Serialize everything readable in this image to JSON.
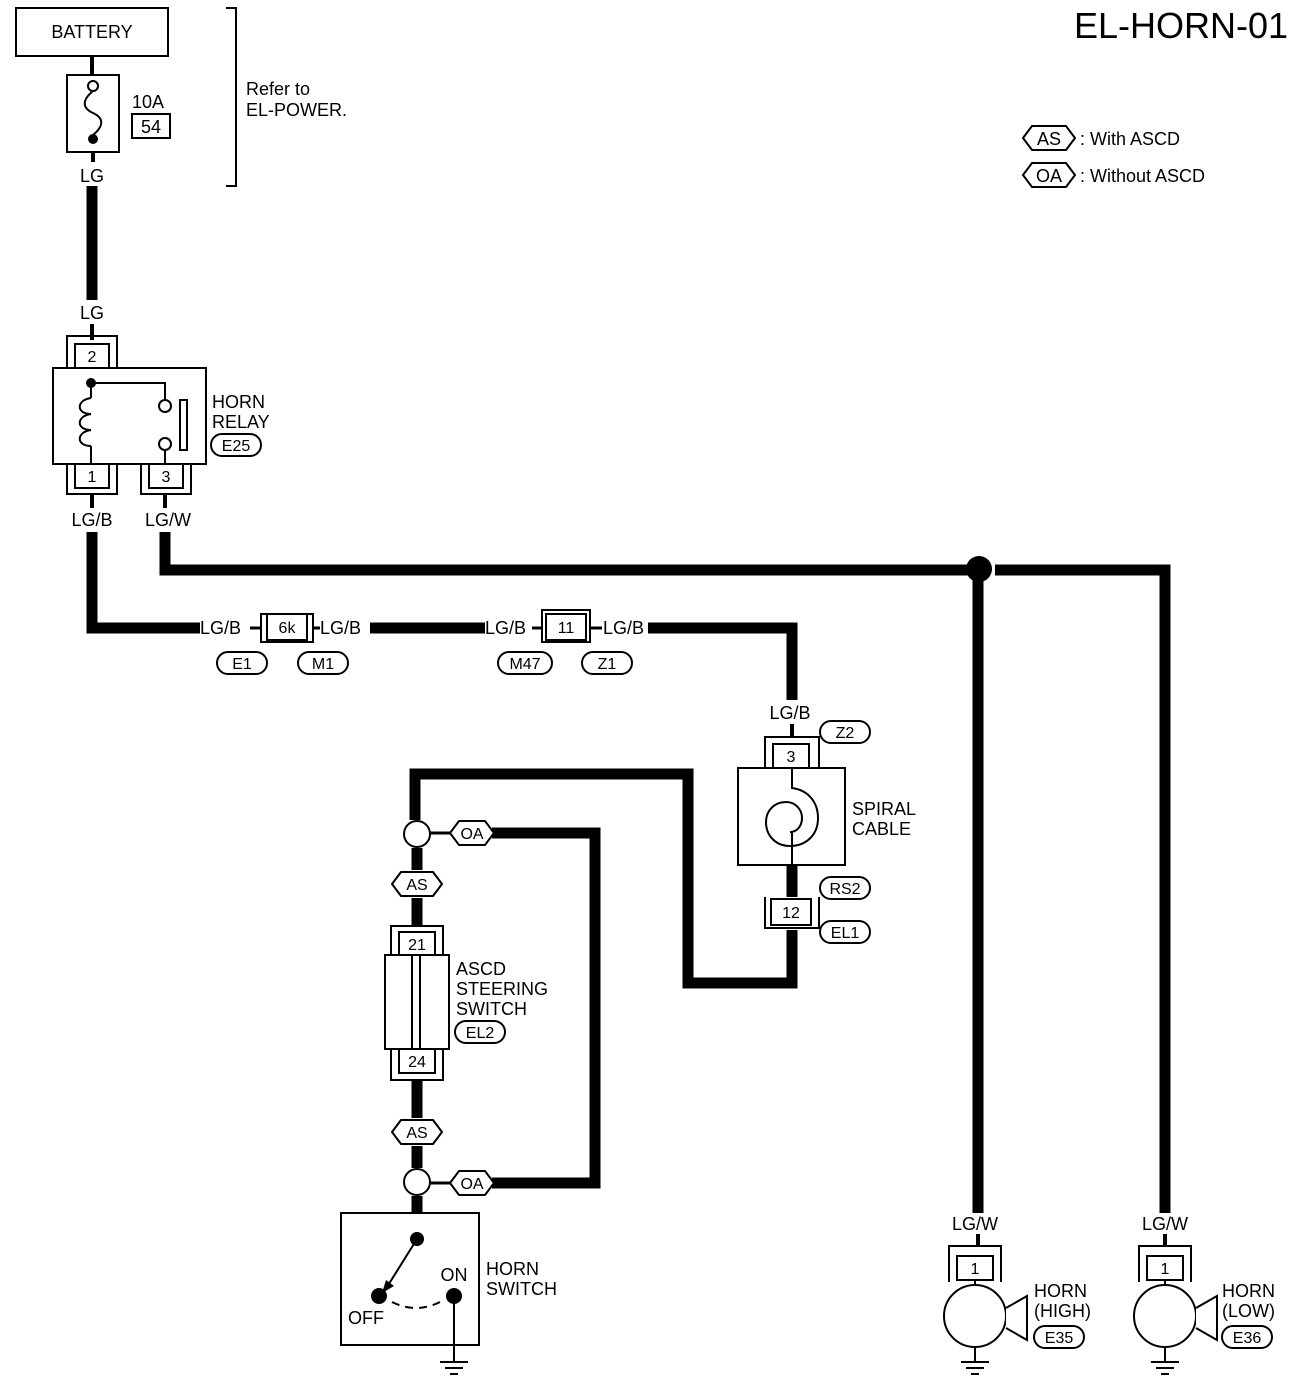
{
  "title": "EL-HORN-01",
  "legend": {
    "as_code": "AS",
    "as_text": ": With ASCD",
    "oa_code": "OA",
    "oa_text": ": Without ASCD"
  },
  "battery": {
    "label": "BATTERY"
  },
  "fuse": {
    "rating": "10A",
    "number": "54"
  },
  "refer_note": {
    "line1": "Refer to",
    "line2": "EL-POWER."
  },
  "wires": {
    "lg_top": "LG",
    "lg_relay": "LG",
    "lgb_relay": "LG/B",
    "lgw_relay": "LG/W",
    "lgb_1": "LG/B",
    "lgb_2": "LG/B",
    "lgb_3": "LG/B",
    "lgb_4": "LG/B",
    "lgb_spiral": "LG/B",
    "lgw_horn_high": "LG/W",
    "lgw_horn_low": "LG/W"
  },
  "horn_relay": {
    "line1": "HORN",
    "line2": "RELAY",
    "connector": "E25",
    "pin_top": "2",
    "pin_left": "1",
    "pin_right": "3"
  },
  "joint_connectors": [
    {
      "pin": "6k",
      "left": "E1",
      "right": "M1"
    },
    {
      "pin": "11",
      "left": "M47",
      "right": "Z1"
    }
  ],
  "spiral_cable": {
    "line1": "SPIRAL",
    "line2": "CABLE",
    "connector_top": "Z2",
    "pin_top": "3",
    "connector_bottom_a": "RS2",
    "connector_bottom_b": "EL1",
    "pin_bottom": "12"
  },
  "ascd_switch": {
    "line1": "ASCD",
    "line2": "STEERING",
    "line3": "SWITCH",
    "connector": "EL2",
    "pin_top": "21",
    "pin_bottom": "24"
  },
  "option_tags": {
    "oa_upper": "OA",
    "as_upper": "AS",
    "as_lower": "AS",
    "oa_lower": "OA"
  },
  "horn_switch": {
    "line1": "HORN",
    "line2": "SWITCH",
    "on_label": "ON",
    "off_label": "OFF"
  },
  "horn_high": {
    "line1": "HORN",
    "line2": "(HIGH)",
    "connector": "E35",
    "pin": "1"
  },
  "horn_low": {
    "line1": "HORN",
    "line2": "(LOW)",
    "connector": "E36",
    "pin": "1"
  }
}
